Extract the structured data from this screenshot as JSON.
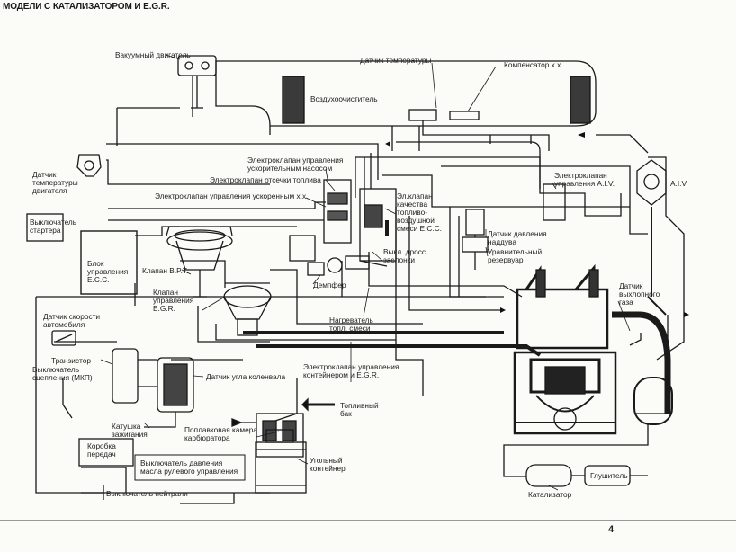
{
  "title": "МОДЕЛИ С КАТАЛИЗАТОРОМ И E.G.R.",
  "page_number": "4",
  "labels": {
    "vacuum_motor": "Вакуумный двигатель",
    "air_cleaner": "Воздухоочиститель",
    "temp_sensor": "Датчик температуры",
    "idle_compensator": "Компенсатор х.х.",
    "engine_temp_sensor": "Датчик\nтемпературы\nдвигателя",
    "accel_pump_valve": "Электроклапан управления\nускорительным насосом",
    "fuel_cut_valve": "Электроклапан отсечки топлива",
    "idle_accel_valve": "Электроклапан управления ускоренным х.х.",
    "mixture_valve": "Эл.клапан\nкачества\nтопливо-\nвоздушной\nсмеси E.C.C.",
    "aiv_valve": "Электроклапан\nуправления A.I.V.",
    "aiv": "A.I.V.",
    "starter_switch": "Выключатель\nстартера",
    "ecc_unit": "Блок\nуправления\nE.C.C.",
    "bpt_valve": "Клапан B.P.T.",
    "boost_sensor": "Датчик давления\nнаддува",
    "surge_tank": "Уравнительный\nрезервуар",
    "throttle_switch": "Выкл. дросс.\nзаслонки",
    "damper": "Демпфер",
    "egr_valve": "Клапан\nуправления\nE.G.R.",
    "exhaust_sensor": "Датчик\nвыхлопного\nгаза",
    "speed_sensor": "Датчик скорости\nавтомобиля",
    "mixture_heater": "Нагреватель\nтопл. смеси",
    "transistor": "Транзистор",
    "clutch_switch": "Выключатель\nсцепления (МКП)",
    "crank_sensor": "Датчик угла коленвала",
    "canister_egr_valve": "Электроклапан управления\nконтейнером и E.G.R.",
    "fuel_tank": "Топливный\nбак",
    "ignition_coil": "Катушка\nзажигания",
    "float_chamber": "Поплавковая камера\nкарбюратора",
    "gearbox": "Коробка\nпередач",
    "power_steering_switch": "Выключатель давления\nмасла рулевого управления",
    "charcoal_canister": "Угольный\nконтейнер",
    "neutral_switch": "Выключатель нейтрали",
    "catalyst": "Катализатор",
    "muffler": "Глушитель"
  }
}
